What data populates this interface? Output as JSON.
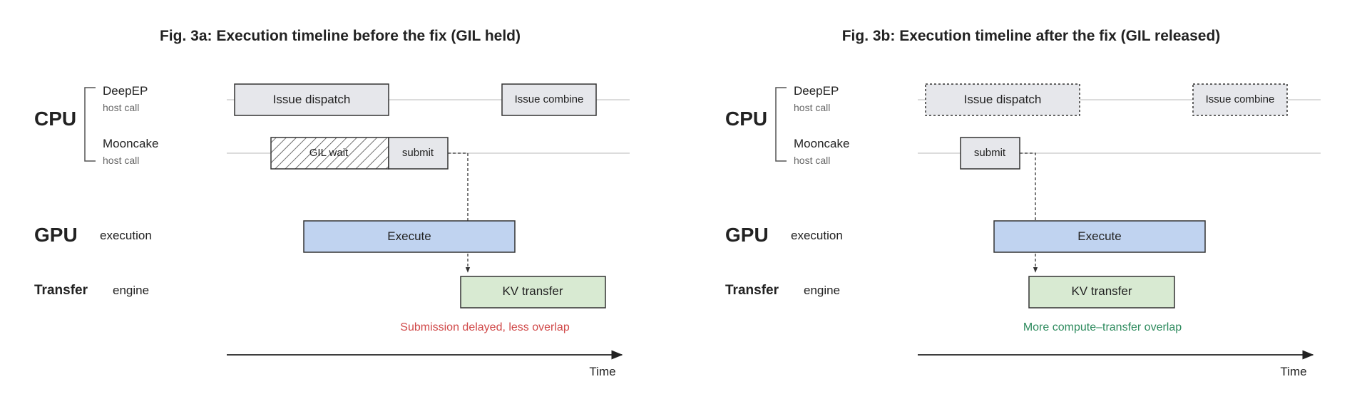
{
  "panels": [
    {
      "title": "Fig. 3a: Execution timeline before the fix (GIL held)",
      "cpu_label": "CPU",
      "deepep_name": "DeepEP",
      "deepep_sub": "host call",
      "mooncake_name": "Mooncake",
      "mooncake_sub": "host call",
      "gpu_label": "GPU",
      "gpu_sub": "execution",
      "transfer_label": "Transfer",
      "transfer_sub": "engine",
      "issue_dispatch": "Issue dispatch",
      "issue_combine": "Issue combine",
      "gil_wait": "GIL wait",
      "submit": "submit",
      "execute": "Execute",
      "kv_transfer": "KV transfer",
      "note": "Submission delayed, less overlap",
      "time_label": "Time"
    },
    {
      "title": "Fig. 3b: Execution timeline after the fix (GIL released)",
      "cpu_label": "CPU",
      "deepep_name": "DeepEP",
      "deepep_sub": "host call",
      "mooncake_name": "Mooncake",
      "mooncake_sub": "host call",
      "gpu_label": "GPU",
      "gpu_sub": "execution",
      "transfer_label": "Transfer",
      "transfer_sub": "engine",
      "issue_dispatch": "Issue dispatch",
      "issue_combine": "Issue combine",
      "submit": "submit",
      "execute": "Execute",
      "kv_transfer": "KV transfer",
      "note": "More compute–transfer overlap",
      "time_label": "Time"
    }
  ],
  "colors": {
    "cpu_box": "#e6e7eb",
    "execute_box": "#c0d3f0",
    "kv_box": "#d8ead2",
    "note_bad": "#d04848",
    "note_good": "#2e8b5e",
    "border": "#333333"
  }
}
